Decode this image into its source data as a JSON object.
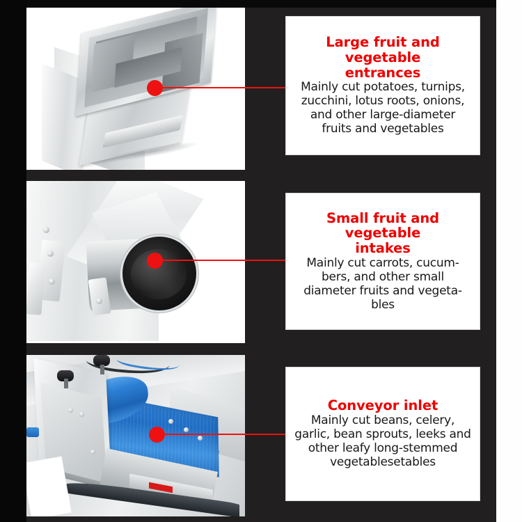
{
  "page": {
    "background_color": "#211f1f",
    "accent_color": "#ee0000",
    "panel_background": "#ffffff"
  },
  "sections": [
    {
      "id": "large-entrance",
      "title": "Large fruit and vegetable entrances",
      "title_lines": [
        "Large fruit and vegetable",
        "entrances"
      ],
      "body": "Mainly cut potatoes, turnips, zucchini, lotus roots, onions, and other large-diameter fruits and vegetables",
      "body_lines": [
        "Mainly cut potatoes, turnips,",
        "zucchini, lotus roots, onions,",
        "and other large-diameter",
        "fruits and vegetables"
      ],
      "photo_alt": "square stainless steel hopper inlet",
      "marker_color": "#ee1111"
    },
    {
      "id": "small-intake",
      "title": "Small fruit and vegetable intakes",
      "title_lines": [
        "Small fruit and vegetable",
        "intakes"
      ],
      "body": "Mainly cut carrots, cucumbers, and other small diameter fruits and vegetables",
      "body_lines": [
        "Mainly cut carrots, cucum-",
        "bers, and other small",
        "diameter fruits and vegeta-",
        "bles"
      ],
      "photo_alt": "cylindrical tube intake opening",
      "marker_color": "#ee1111"
    },
    {
      "id": "conveyor-inlet",
      "title": "Conveyor inlet",
      "title_lines": [
        "Conveyor inlet"
      ],
      "body": "Mainly cut beans, celery, garlic, bean sprouts, leeks and other leafy long-stemmed vegetablesetables",
      "body_lines": [
        "Mainly cut beans, celery,",
        "garlic, bean sprouts, leeks and",
        "other leafy long-stemmed",
        "vegetablesetables"
      ],
      "photo_alt": "blue conveyor belt inlet",
      "marker_color": "#ee1111"
    }
  ]
}
